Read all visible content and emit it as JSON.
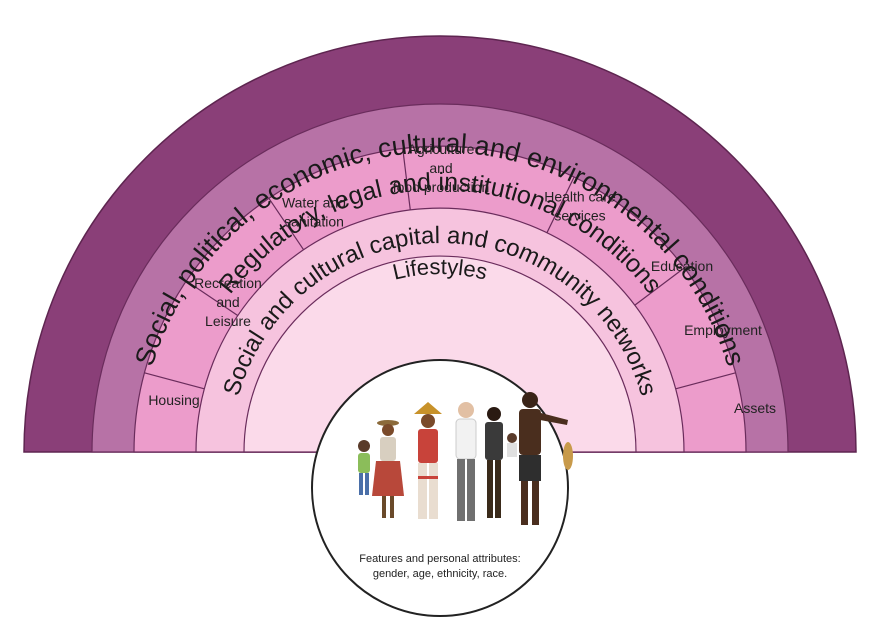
{
  "diagram": {
    "outer_layer": "Social, political, economic, cultural and environmental conditions",
    "regulatory_layer": "Regulatory, legal and institutional conditions",
    "community_layer": "Social and cultural capital and community networks",
    "lifestyles_layer": "Lifestyles",
    "segments": [
      {
        "label_lines": [
          "Housing"
        ]
      },
      {
        "label_lines": [
          "Recreation",
          "and",
          "Leisure"
        ]
      },
      {
        "label_lines": [
          "Water and",
          "sanitation"
        ]
      },
      {
        "label_lines": [
          "Agriculture",
          "and",
          "food production"
        ]
      },
      {
        "label_lines": [
          "Health care",
          "services"
        ]
      },
      {
        "label_lines": [
          "Education"
        ]
      },
      {
        "label_lines": [
          "Employment"
        ]
      },
      {
        "label_lines": [
          "Assets"
        ]
      }
    ],
    "center_caption": [
      "Features and personal attributes:",
      "gender, age, ethnicity, race."
    ]
  },
  "colors": {
    "outer": "#8a3f78",
    "regulatory": "#b772a6",
    "segments": "#ec9ccb",
    "community": "#f6c3de",
    "lifestyles": "#fbdaea",
    "center": "#ffffff"
  },
  "icons": [
    "people-group-illustration"
  ]
}
